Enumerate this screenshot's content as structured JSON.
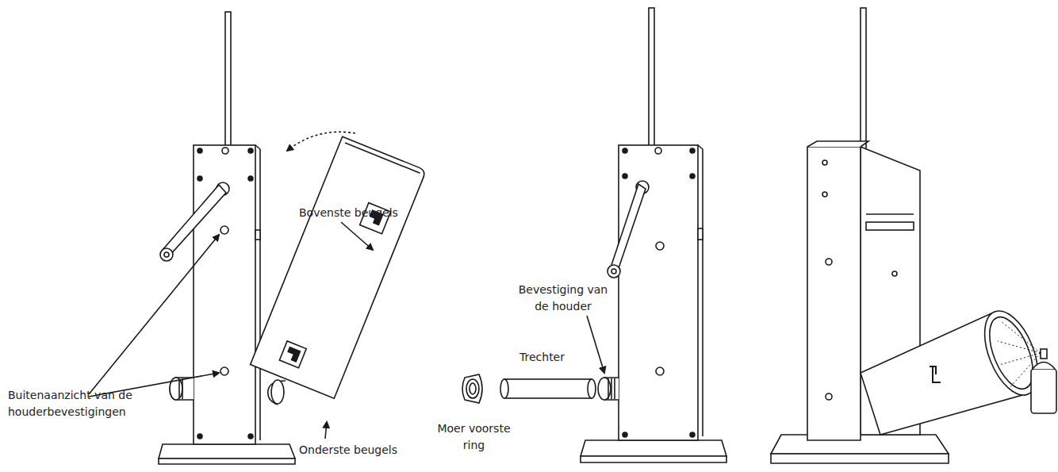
{
  "diagram": {
    "labels": [
      "Bovenste beugels",
      "Buitenaanzicht van de houderbevestigingen",
      "Onderste beugels",
      "Bevestiging van de houder",
      "Trechter",
      "Moer voorste ring"
    ]
  }
}
